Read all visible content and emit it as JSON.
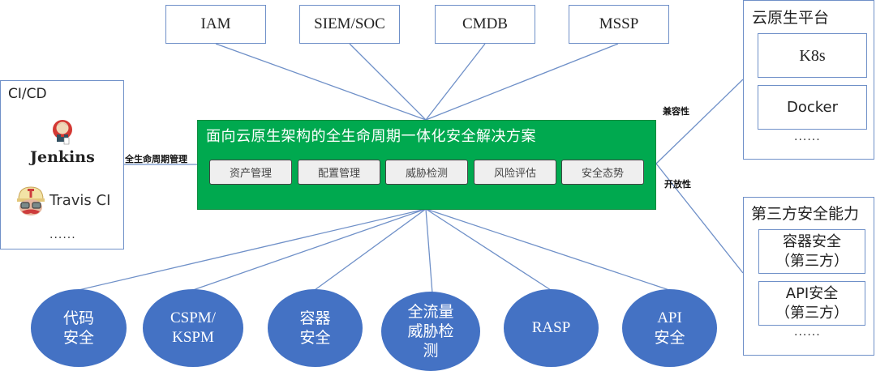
{
  "integrations": [
    {
      "label": "IAM"
    },
    {
      "label": "SIEM/SOC"
    },
    {
      "label": "CMDB"
    },
    {
      "label": "MSSP"
    }
  ],
  "cicd": {
    "title": "CI/CD",
    "tools": [
      {
        "label": "Jenkins",
        "icon": "jenkins-logo-icon"
      },
      {
        "label": "Travis CI",
        "icon": "travis-ci-logo-icon"
      }
    ],
    "more": "......"
  },
  "cicd_link_label": "全生命周期管理",
  "solution": {
    "title": "面向云原生架构的全生命周期一体化安全解决方案",
    "modules": [
      "资产管理",
      "配置管理",
      "威胁检测",
      "风险评估",
      "安全态势"
    ],
    "color": "#00a94f"
  },
  "cloud_platform": {
    "title": "云原生平台",
    "items": [
      "K8s",
      "Docker"
    ],
    "more": "......"
  },
  "compat_label": "兼容性",
  "open_label": "开放性",
  "third_party": {
    "title": "第三方安全能力",
    "items": [
      {
        "line1": "容器安全",
        "line2": "（第三方）"
      },
      {
        "line1": "API安全",
        "line2": "（第三方）"
      }
    ],
    "more": "......"
  },
  "capabilities": [
    {
      "line1": "代码",
      "line2": "安全"
    },
    {
      "line1": "CSPM/",
      "line2": "KSPM"
    },
    {
      "line1": "容器",
      "line2": "安全"
    },
    {
      "line1": "全流量",
      "line2": "威胁检",
      "line3": "测"
    },
    {
      "line1": "RASP"
    },
    {
      "line1": "API",
      "line2": "安全"
    }
  ],
  "colors": {
    "connector": "#6f90c8",
    "capability": "#4472c4"
  }
}
